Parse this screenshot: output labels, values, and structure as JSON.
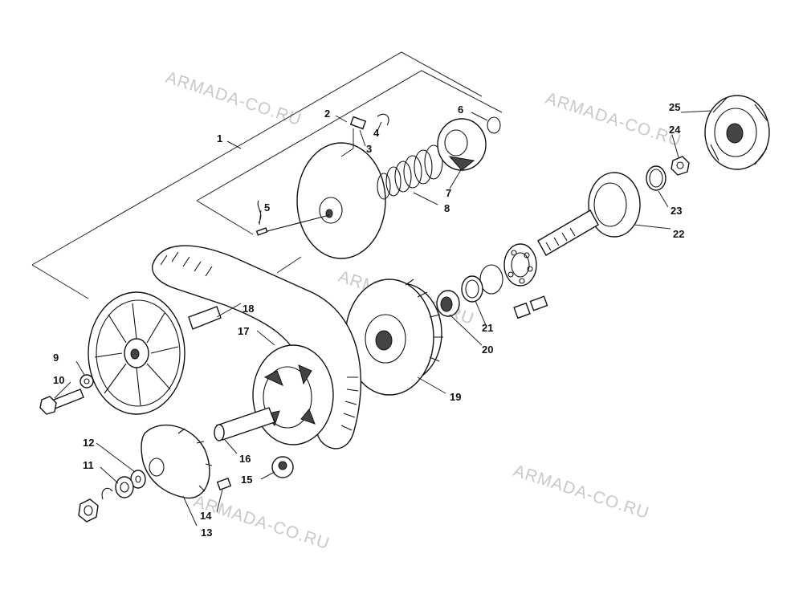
{
  "watermark": "ARMADA-CO.RU",
  "callouts": [
    "1",
    "2",
    "3",
    "4",
    "5",
    "6",
    "7",
    "8",
    "9",
    "10",
    "11",
    "12",
    "13",
    "14",
    "15",
    "16",
    "17",
    "18",
    "19",
    "20",
    "21",
    "22",
    "23",
    "24",
    "25"
  ]
}
